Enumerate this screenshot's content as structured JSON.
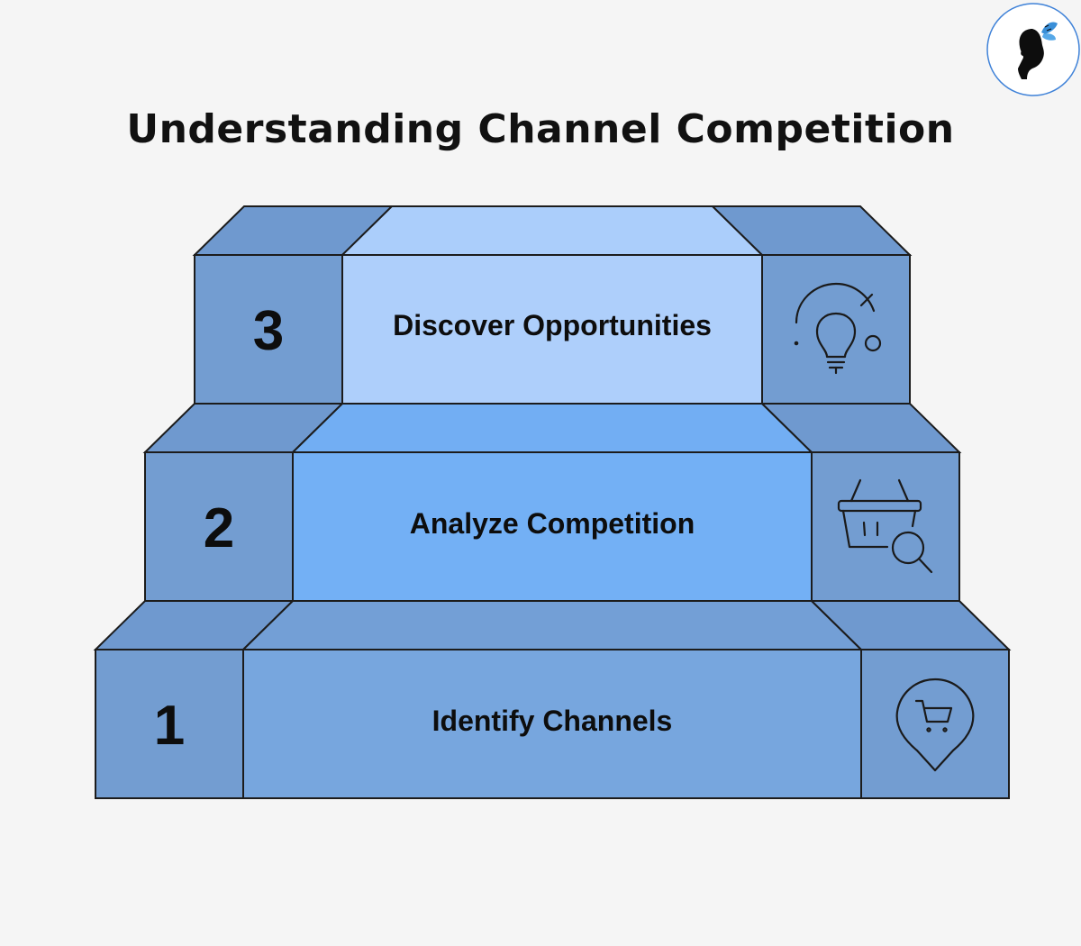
{
  "title": "Understanding Channel Competition",
  "colors": {
    "background": "#f5f5f5",
    "side_block": "#739dd1",
    "top_face_side": "#6f99cf",
    "level_1_front": "#77a6de",
    "level_1_top": "#739fd6",
    "level_2_front": "#73b0f5",
    "level_2_top": "#72aef3",
    "level_3_front": "#aecffb",
    "level_3_top": "#abcefb",
    "outline": "#1c1c1c"
  },
  "steps": [
    {
      "number": "1",
      "label": "Identify Channels",
      "icon": "shopping-cart-pin-icon"
    },
    {
      "number": "2",
      "label": "Analyze Competition",
      "icon": "basket-magnifier-icon"
    },
    {
      "number": "3",
      "label": "Discover Opportunities",
      "icon": "lightbulb-icon"
    }
  ],
  "logo": {
    "icon": "woman-silhouette-butterfly-icon",
    "border_color": "#3f82d8"
  }
}
